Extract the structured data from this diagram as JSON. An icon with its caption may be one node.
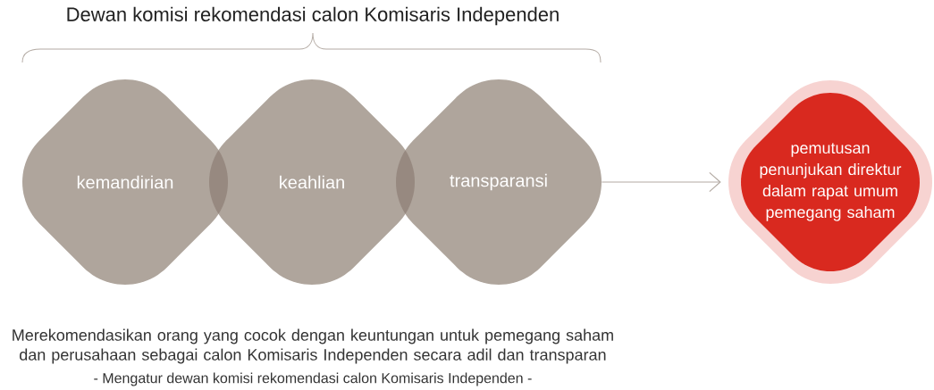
{
  "diagram": {
    "title": "Dewan komisi rekomendasi calon Komisaris Independen",
    "nodes": [
      {
        "text": [
          "kemandirian"
        ]
      },
      {
        "text": [
          "keahlian"
        ]
      },
      {
        "text": [
          "transparansi"
        ]
      },
      {
        "text": [
          "pemutusan penunjukan direktur dalam rapat umum pemegang saham"
        ]
      }
    ],
    "edges": [
      {
        "from": 2,
        "to": 3,
        "arrow": "to"
      }
    ],
    "labels": [
      "Merekomendasikan orang yang cocok dengan keuntungan untuk pemegang saham dan perusahaan sebagai calon Komisaris Independen secara adil dan transparan",
      "- Mengatur dewan komisi rekomendasi calon Komisaris Independen -"
    ]
  }
}
